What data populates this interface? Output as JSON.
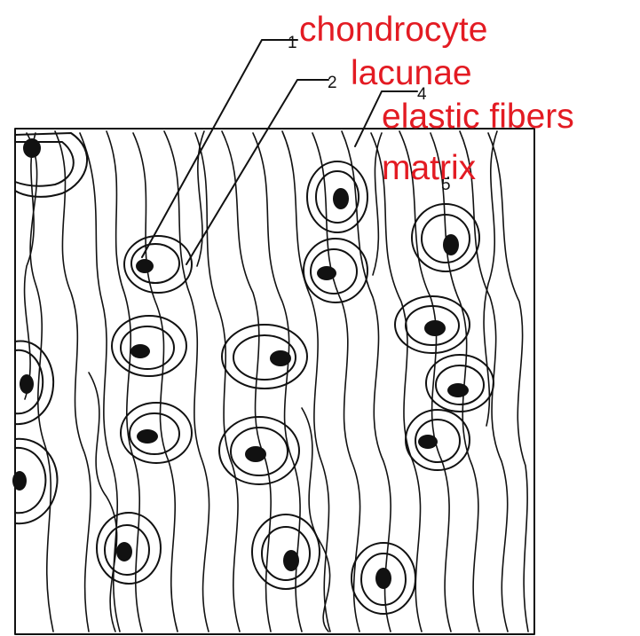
{
  "figure": {
    "subject": "elastic cartilage histology drawing",
    "colors": {
      "ink": "#111111",
      "label": "#e31b23",
      "background": "#ffffff"
    }
  },
  "labels": [
    {
      "number": "1",
      "text": "chondrocyte"
    },
    {
      "number": "2",
      "text": "lacunae"
    },
    {
      "number": "4",
      "text": "elastic fibers"
    },
    {
      "number": "5",
      "text": "matrix"
    }
  ]
}
